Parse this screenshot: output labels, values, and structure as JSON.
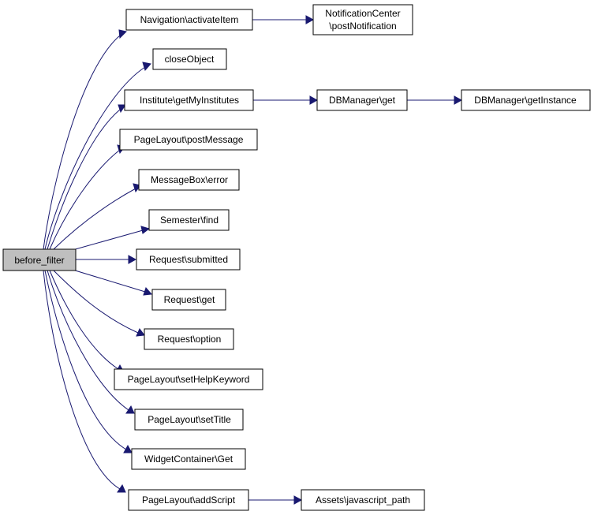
{
  "diagram": {
    "type": "call-graph",
    "nodes": {
      "root": {
        "label": "before_filter"
      },
      "nav_activate": {
        "label": "Navigation\\activateItem"
      },
      "notif_center": {
        "label": "NotificationCenter\n\\postNotification"
      },
      "close_object": {
        "label": "closeObject"
      },
      "institute_get": {
        "label": "Institute\\getMyInstitutes"
      },
      "dbmanager_get": {
        "label": "DBManager\\get"
      },
      "dbmanager_instance": {
        "label": "DBManager\\getInstance"
      },
      "pagelayout_postmessage": {
        "label": "PageLayout\\postMessage"
      },
      "messagebox_error": {
        "label": "MessageBox\\error"
      },
      "semester_find": {
        "label": "Semester\\find"
      },
      "request_submitted": {
        "label": "Request\\submitted"
      },
      "request_get": {
        "label": "Request\\get"
      },
      "request_option": {
        "label": "Request\\option"
      },
      "pagelayout_helpkeyword": {
        "label": "PageLayout\\setHelpKeyword"
      },
      "pagelayout_settitle": {
        "label": "PageLayout\\setTitle"
      },
      "widgetcontainer_get": {
        "label": "WidgetContainer\\Get"
      },
      "pagelayout_addscript": {
        "label": "PageLayout\\addScript"
      },
      "assets_jspath": {
        "label": "Assets\\javascript_path"
      }
    },
    "edges": [
      {
        "from": "root",
        "to": "nav_activate"
      },
      {
        "from": "root",
        "to": "close_object"
      },
      {
        "from": "root",
        "to": "institute_get"
      },
      {
        "from": "root",
        "to": "pagelayout_postmessage"
      },
      {
        "from": "root",
        "to": "messagebox_error"
      },
      {
        "from": "root",
        "to": "semester_find"
      },
      {
        "from": "root",
        "to": "request_submitted"
      },
      {
        "from": "root",
        "to": "request_get"
      },
      {
        "from": "root",
        "to": "request_option"
      },
      {
        "from": "root",
        "to": "pagelayout_helpkeyword"
      },
      {
        "from": "root",
        "to": "pagelayout_settitle"
      },
      {
        "from": "root",
        "to": "widgetcontainer_get"
      },
      {
        "from": "root",
        "to": "pagelayout_addscript"
      },
      {
        "from": "nav_activate",
        "to": "notif_center"
      },
      {
        "from": "institute_get",
        "to": "dbmanager_get"
      },
      {
        "from": "dbmanager_get",
        "to": "dbmanager_instance"
      },
      {
        "from": "pagelayout_addscript",
        "to": "assets_jspath"
      }
    ],
    "colors": {
      "edge": "#191970",
      "node_border": "#000000",
      "root_fill": "#bfbfbf",
      "node_fill": "#ffffff"
    }
  }
}
